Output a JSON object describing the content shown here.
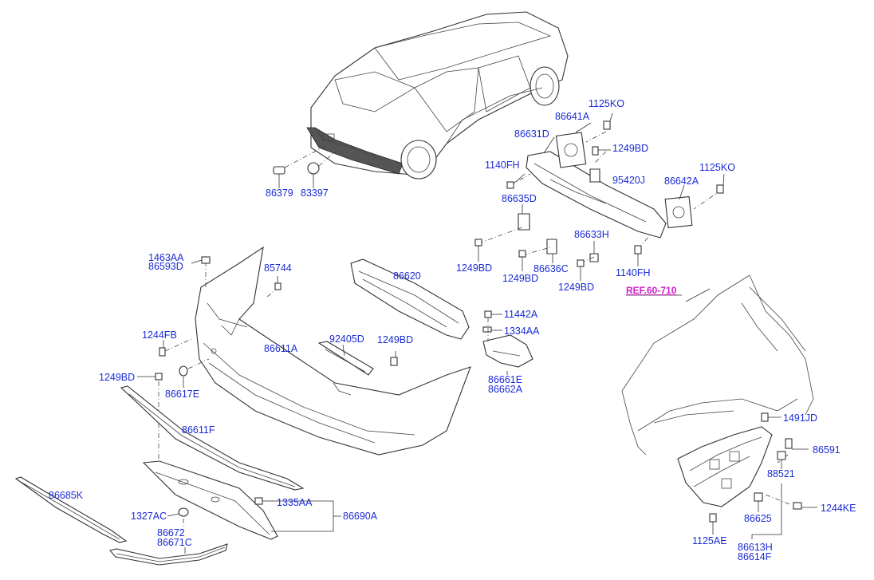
{
  "labels": {
    "p86379": "86379",
    "p83397": "83397",
    "p86641A": "86641A",
    "p1125KO_a": "1125KO",
    "p86631D": "86631D",
    "p1249BD_a": "1249BD",
    "p1140FH_a": "1140FH",
    "p95420J": "95420J",
    "p1125KO_b": "1125KO",
    "p86642A": "86642A",
    "p86635D": "86635D",
    "p86633H": "86633H",
    "p1249BD_b": "1249BD",
    "p1249BD_c": "1249BD",
    "p86636C": "86636C",
    "p1249BD_d": "1249BD",
    "p1140FH_b": "1140FH",
    "p1463AA": "1463AA",
    "p86593D": "86593D",
    "p85744": "85744",
    "p86620": "86620",
    "ref": "REF.60-710",
    "p11442A": "11442A",
    "p1334AA": "1334AA",
    "p1244FB": "1244FB",
    "p92405D": "92405D",
    "p1249BD_e": "1249BD",
    "p86611A": "86611A",
    "p86661E": "86661E",
    "p86662A": "86662A",
    "p1249BD_f": "1249BD",
    "p86617E": "86617E",
    "p1491JD": "1491JD",
    "p86611F": "86611F",
    "p86591": "86591",
    "p88521": "88521",
    "p86685K": "86685K",
    "p1335AA": "1335AA",
    "p1327AC": "1327AC",
    "p86690A": "86690A",
    "p1244KE": "1244KE",
    "p86625": "86625",
    "p86672": "86672",
    "p86671C": "86671C",
    "p1125AE": "1125AE",
    "p86613H": "86613H",
    "p86614F": "86614F"
  },
  "colors": {
    "label": "#1a2bd6",
    "reference": "#d020c8",
    "line": "#333333"
  }
}
